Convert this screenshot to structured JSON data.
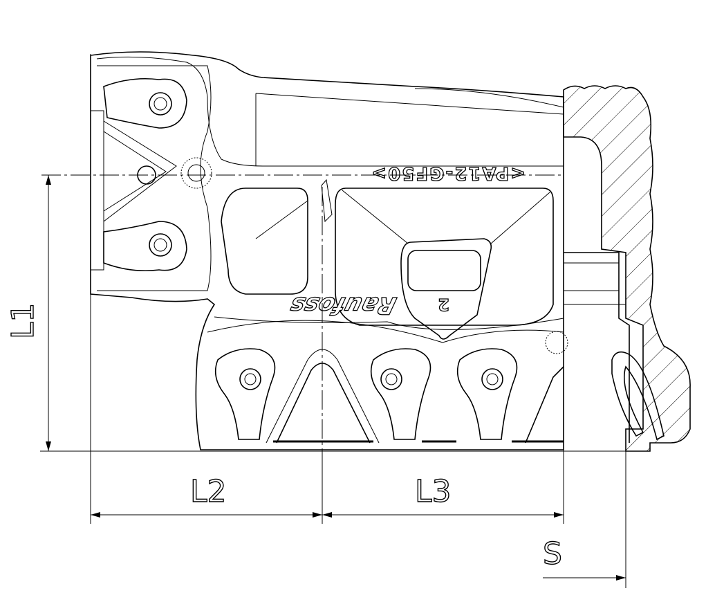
{
  "drawing": {
    "dimensions": {
      "l1": "L1",
      "l2": "L2",
      "l3": "L3",
      "s": "S"
    },
    "markings": {
      "material": "<PA12-GF50>",
      "brand": "Raufoss",
      "cavity_number": "2"
    }
  }
}
